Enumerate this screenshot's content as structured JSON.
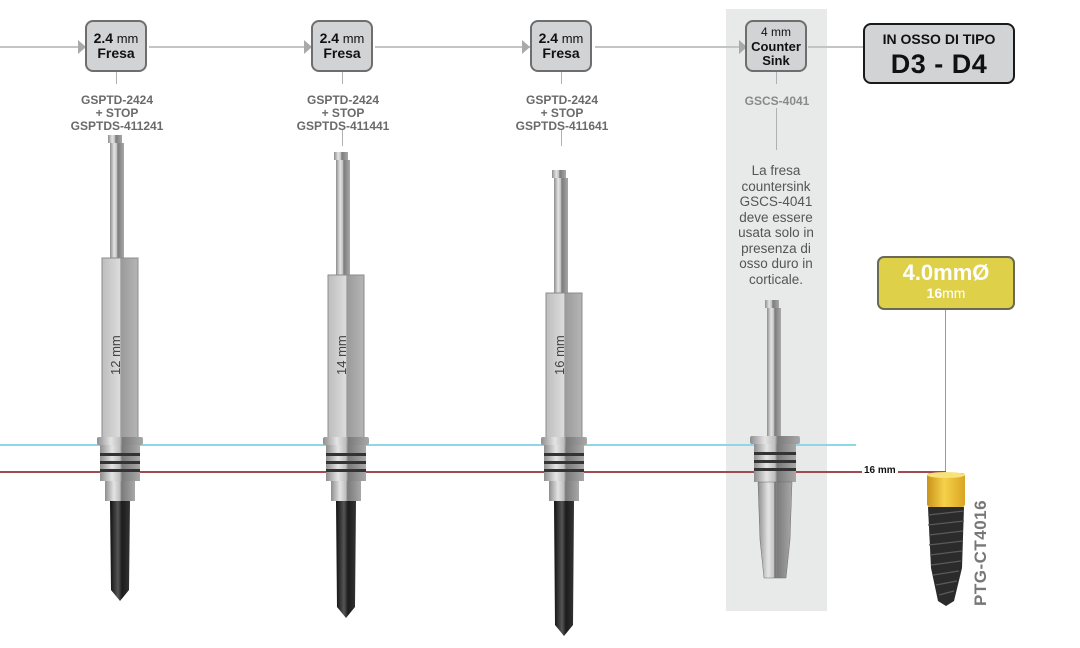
{
  "steps": [
    {
      "diameter": "2.4",
      "unit": "mm",
      "type": "Fresa",
      "codes": [
        "GSPTD-2424",
        "+ STOP",
        "GSPTDS-411241"
      ],
      "depth_label": "12 mm"
    },
    {
      "diameter": "2.4",
      "unit": "mm",
      "type": "Fresa",
      "codes": [
        "GSPTD-2424",
        "+ STOP",
        "GSPTDS-411441"
      ],
      "depth_label": "14 mm"
    },
    {
      "diameter": "2.4",
      "unit": "mm",
      "type": "Fresa",
      "codes": [
        "GSPTD-2424",
        "+ STOP",
        "GSPTDS-411641"
      ],
      "depth_label": "16 mm"
    },
    {
      "diameter": "4",
      "unit": "mm",
      "type_line1": "Counter",
      "type_line2": "Sink",
      "codes": [
        "GSCS-4041"
      ]
    }
  ],
  "countersink_note": "La fresa countersink GSCS-4041 deve essere usata solo in presenza di osso duro in corticale.",
  "bone_type": {
    "label": "IN OSSO DI TIPO",
    "value": "D3 - D4"
  },
  "implant": {
    "diameter": "4.0mmØ",
    "length_value": "16",
    "length_unit": "mm",
    "code": "PTG-CT4016",
    "depth_marker": "16 mm"
  },
  "colors": {
    "bone_level_line": "#8ed6e8",
    "depth_line": "#a04a52",
    "implant_badge": "#dfd04a",
    "implant_collar": "#e2b52a",
    "step_box": "#d2d3d4",
    "countersink_panel": "#e8e9e9"
  }
}
